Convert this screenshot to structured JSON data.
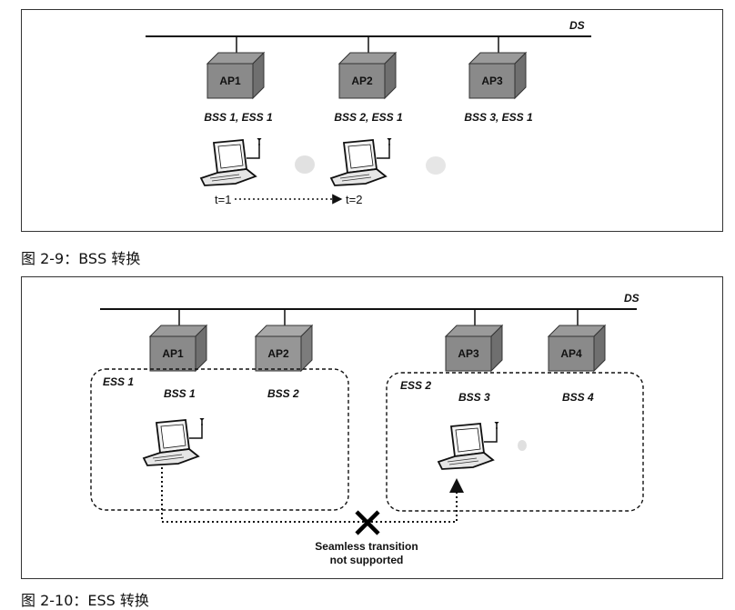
{
  "figure1": {
    "ds_label": "DS",
    "aps": [
      {
        "name": "AP1",
        "bss_label": "BSS 1, ESS 1"
      },
      {
        "name": "AP2",
        "bss_label": "BSS 2, ESS 1"
      },
      {
        "name": "AP3",
        "bss_label": "BSS 3, ESS 1"
      }
    ],
    "time_labels": {
      "start": "t=1",
      "end": "t=2"
    },
    "caption": "图 2-9：BSS 转换"
  },
  "figure2": {
    "ds_label": "DS",
    "aps": [
      {
        "name": "AP1"
      },
      {
        "name": "AP2"
      },
      {
        "name": "AP3"
      },
      {
        "name": "AP4"
      }
    ],
    "ess1": {
      "label": "ESS 1",
      "bss": [
        "BSS 1",
        "BSS 2"
      ]
    },
    "ess2": {
      "label": "ESS 2",
      "bss": [
        "BSS 3",
        "BSS 4"
      ]
    },
    "note_line1": "Seamless transition",
    "note_line2": "not supported",
    "caption": "图 2-10：ESS 转换"
  }
}
